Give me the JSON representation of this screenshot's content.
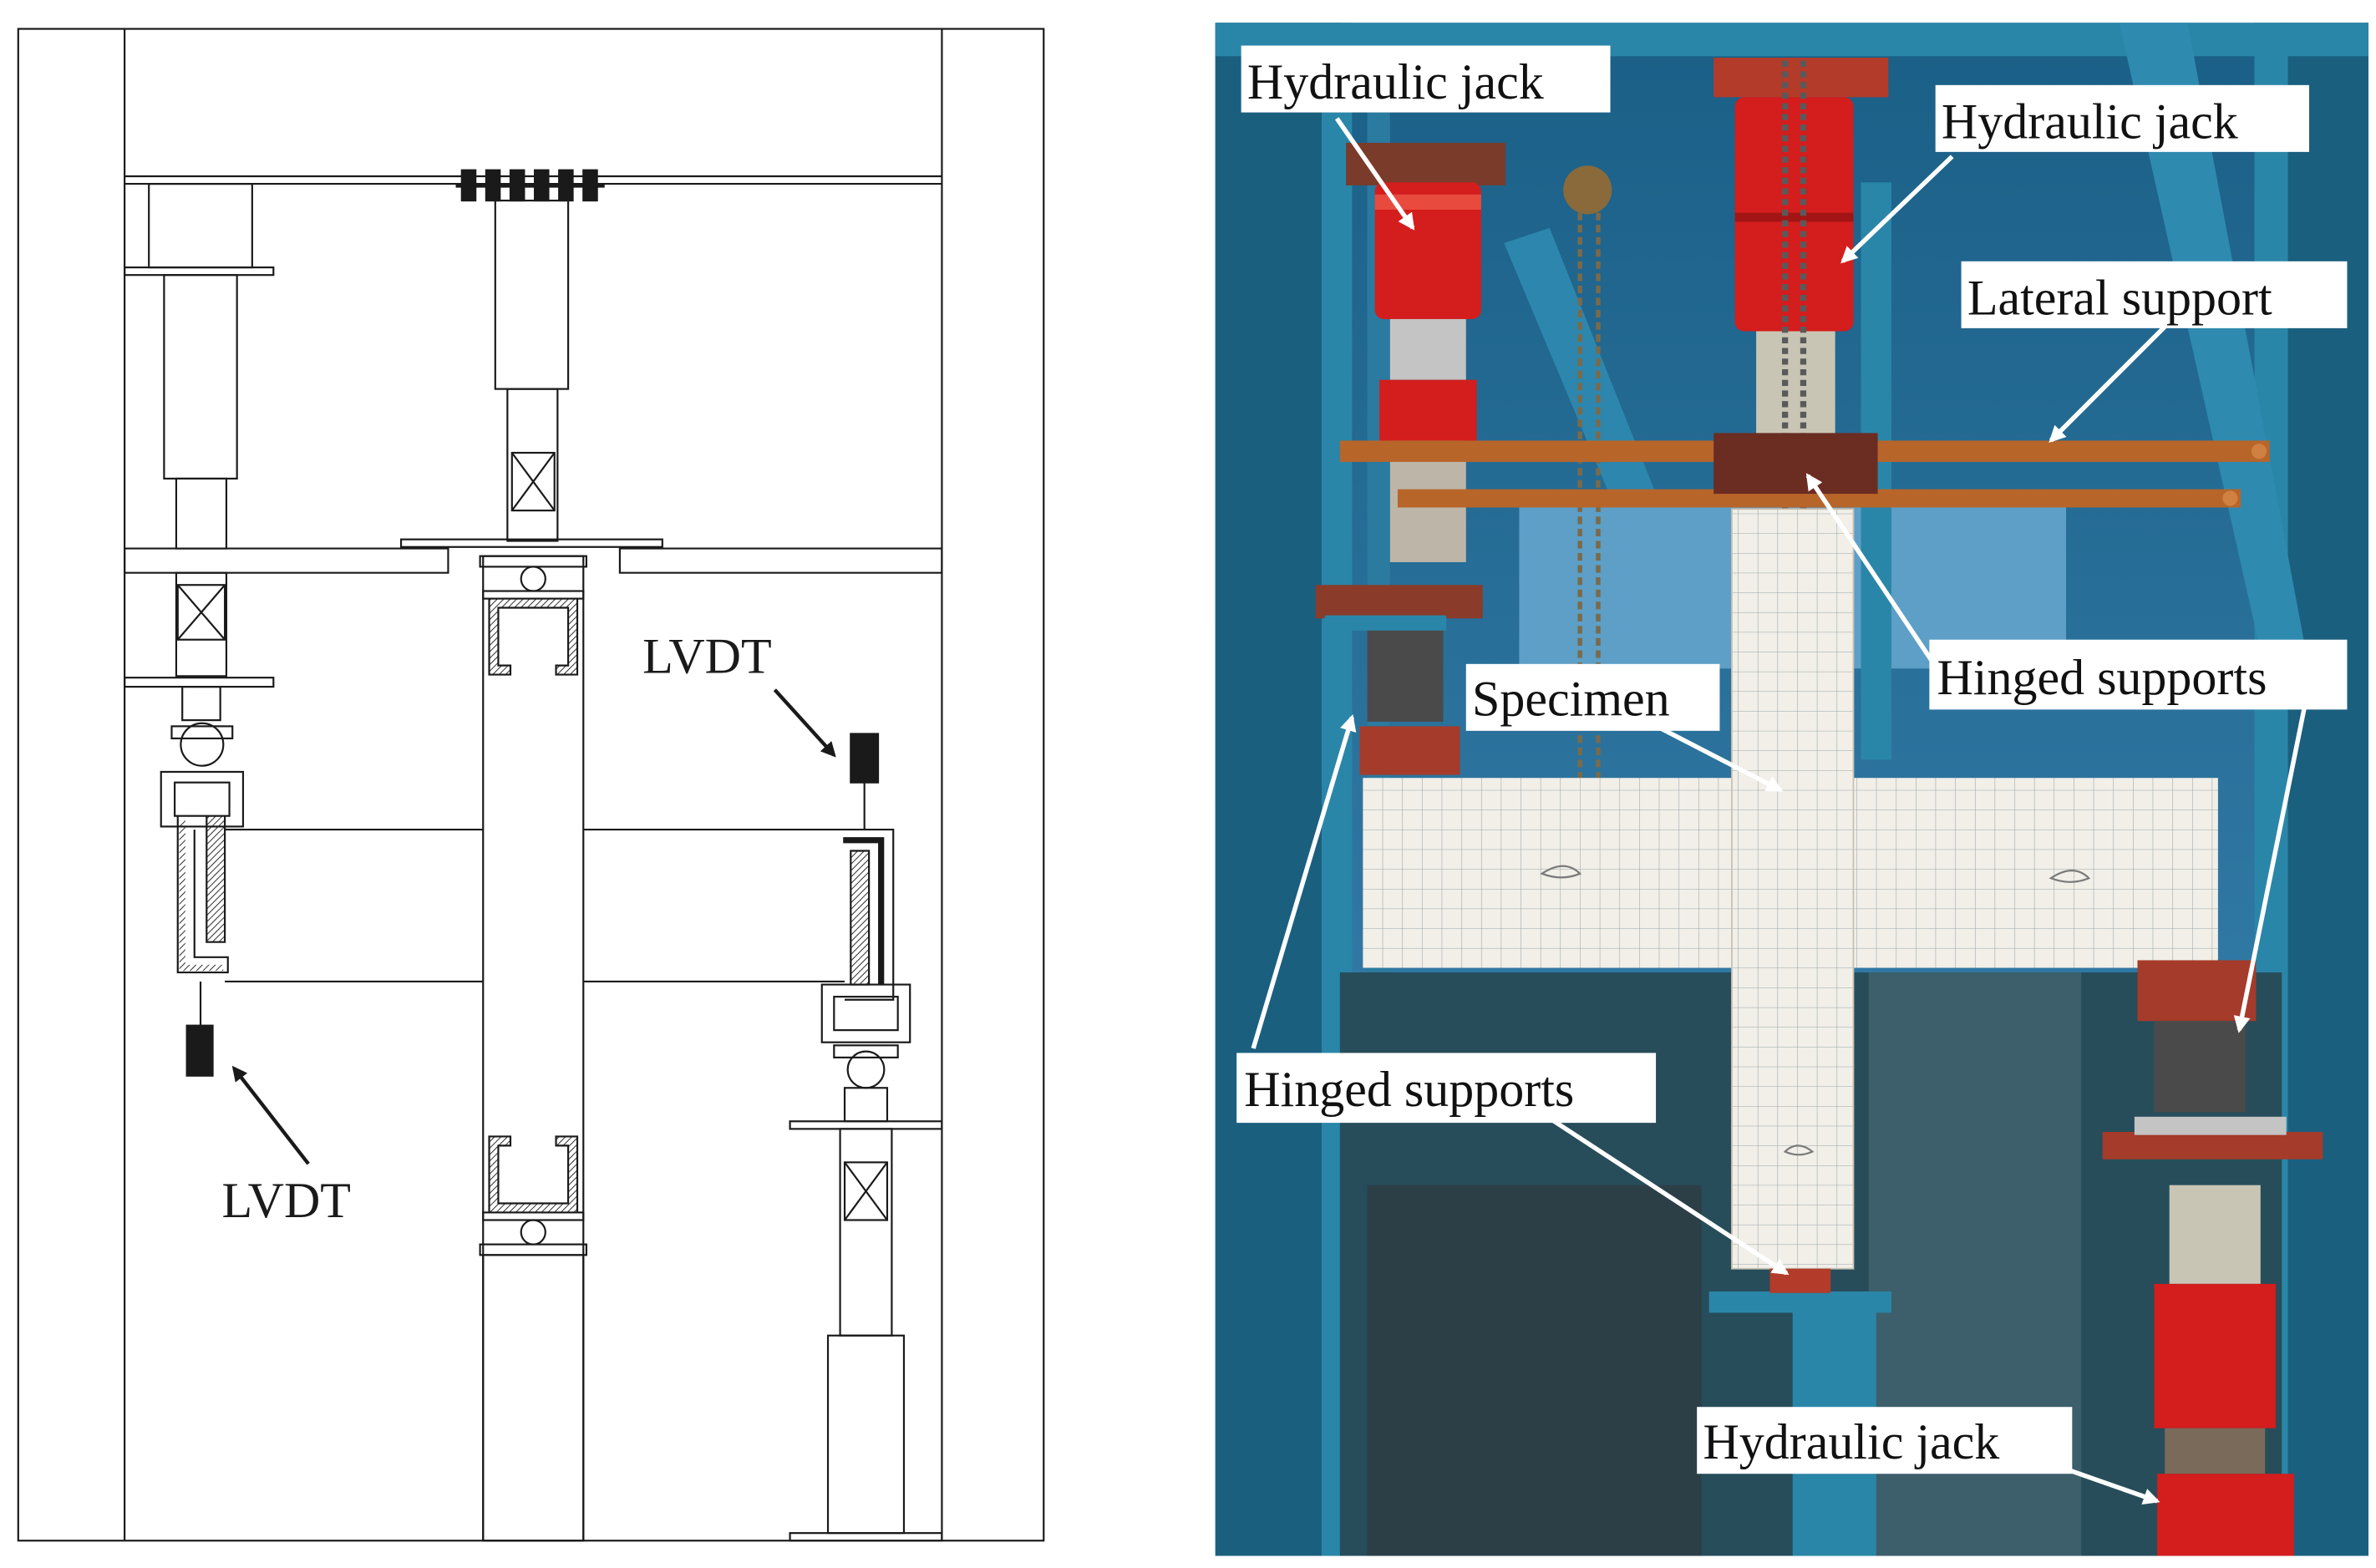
{
  "schematic": {
    "label_lvdt_top": "LVDT",
    "label_lvdt_bottom": "LVDT"
  },
  "photo": {
    "label_jack_top_left": "Hydraulic jack",
    "label_jack_top_right": "Hydraulic jack",
    "label_lateral_support": "Lateral support",
    "label_hinged_supports_right": "Hinged supports",
    "label_specimen": "Specimen",
    "label_hinged_supports_left": "Hinged supports",
    "label_jack_bottom": "Hydraulic jack"
  },
  "colors": {
    "line": "#1a1a1a",
    "steel_blue": "#2a86a8",
    "steel_blue_dark": "#1d6582",
    "jack_red": "#d41d1d",
    "bar_orange": "#b8652a",
    "specimen_white": "#f1efe8"
  }
}
